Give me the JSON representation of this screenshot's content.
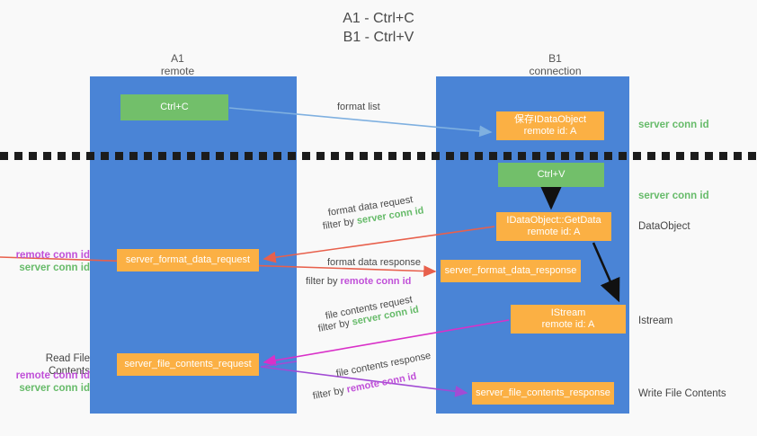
{
  "title": "A1 - Ctrl+C\nB1 - Ctrl+V",
  "columns": {
    "a1": {
      "header": "A1\nremote",
      "color": "#4a84d6"
    },
    "b1": {
      "header": "B1\nconnection",
      "color": "#4a84d6"
    }
  },
  "colors": {
    "column_blue": "#4a84d6",
    "green_box": "#72bf6a",
    "orange_box": "#fbb044",
    "server_conn_green": "#67bb6a",
    "remote_conn_purple": "#c050d8",
    "arrow_blue": "#7fb0e0",
    "arrow_red": "#e8604c",
    "arrow_magenta": "#d930c8",
    "arrow_purple": "#a24bd4",
    "arrow_black": "#111111",
    "divider_black": "#1c1c1c",
    "background": "#f9f9f9"
  },
  "nodes": {
    "ctrl_c": "Ctrl+C",
    "idataobject": "保存IDataObject\nremote id: A",
    "ctrl_v": "Ctrl+V",
    "getdata": "IDataObject::GetData\nremote id: A",
    "server_format_data_request": "server_format_data_request",
    "server_format_data_response": "server_format_data_response",
    "istream": "IStream\nremote id: A",
    "server_file_contents_request": "server_file_contents_request",
    "server_file_contents_response": "server_file_contents_response"
  },
  "side_labels": {
    "server_conn_id_1": "server conn id",
    "server_conn_id_2": "server conn id",
    "dataobject": "DataObject",
    "istream": "Istream",
    "write_file_contents": "Write File Contents",
    "read_file_contents": "Read File Contents",
    "remote_conn_id": "remote conn id",
    "server_conn_id": "server conn id"
  },
  "edges": {
    "format_list": "format list",
    "format_data_request": "format data request",
    "filter_by": "filter by ",
    "format_data_response": "format data response",
    "file_contents_request": "file contents request",
    "file_contents_response": "file contents response",
    "server_conn_id": "server conn id",
    "remote_conn_id": "remote conn id"
  }
}
